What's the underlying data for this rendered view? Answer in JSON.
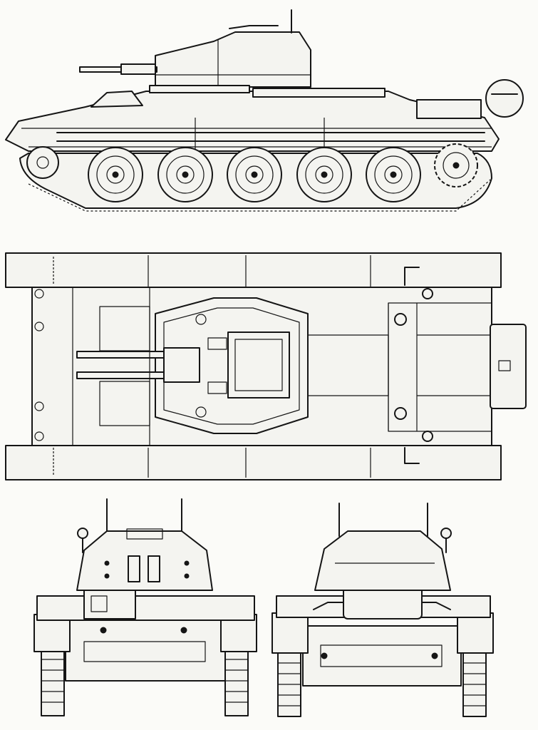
{
  "views": [
    {
      "id": "side",
      "name": "side-view"
    },
    {
      "id": "top",
      "name": "top-view"
    },
    {
      "id": "front",
      "name": "front-view"
    },
    {
      "id": "rear",
      "name": "rear-view"
    }
  ],
  "colors": {
    "ink": "#151515",
    "paper": "#fbfbf8",
    "fill": "#f4f4f0"
  }
}
